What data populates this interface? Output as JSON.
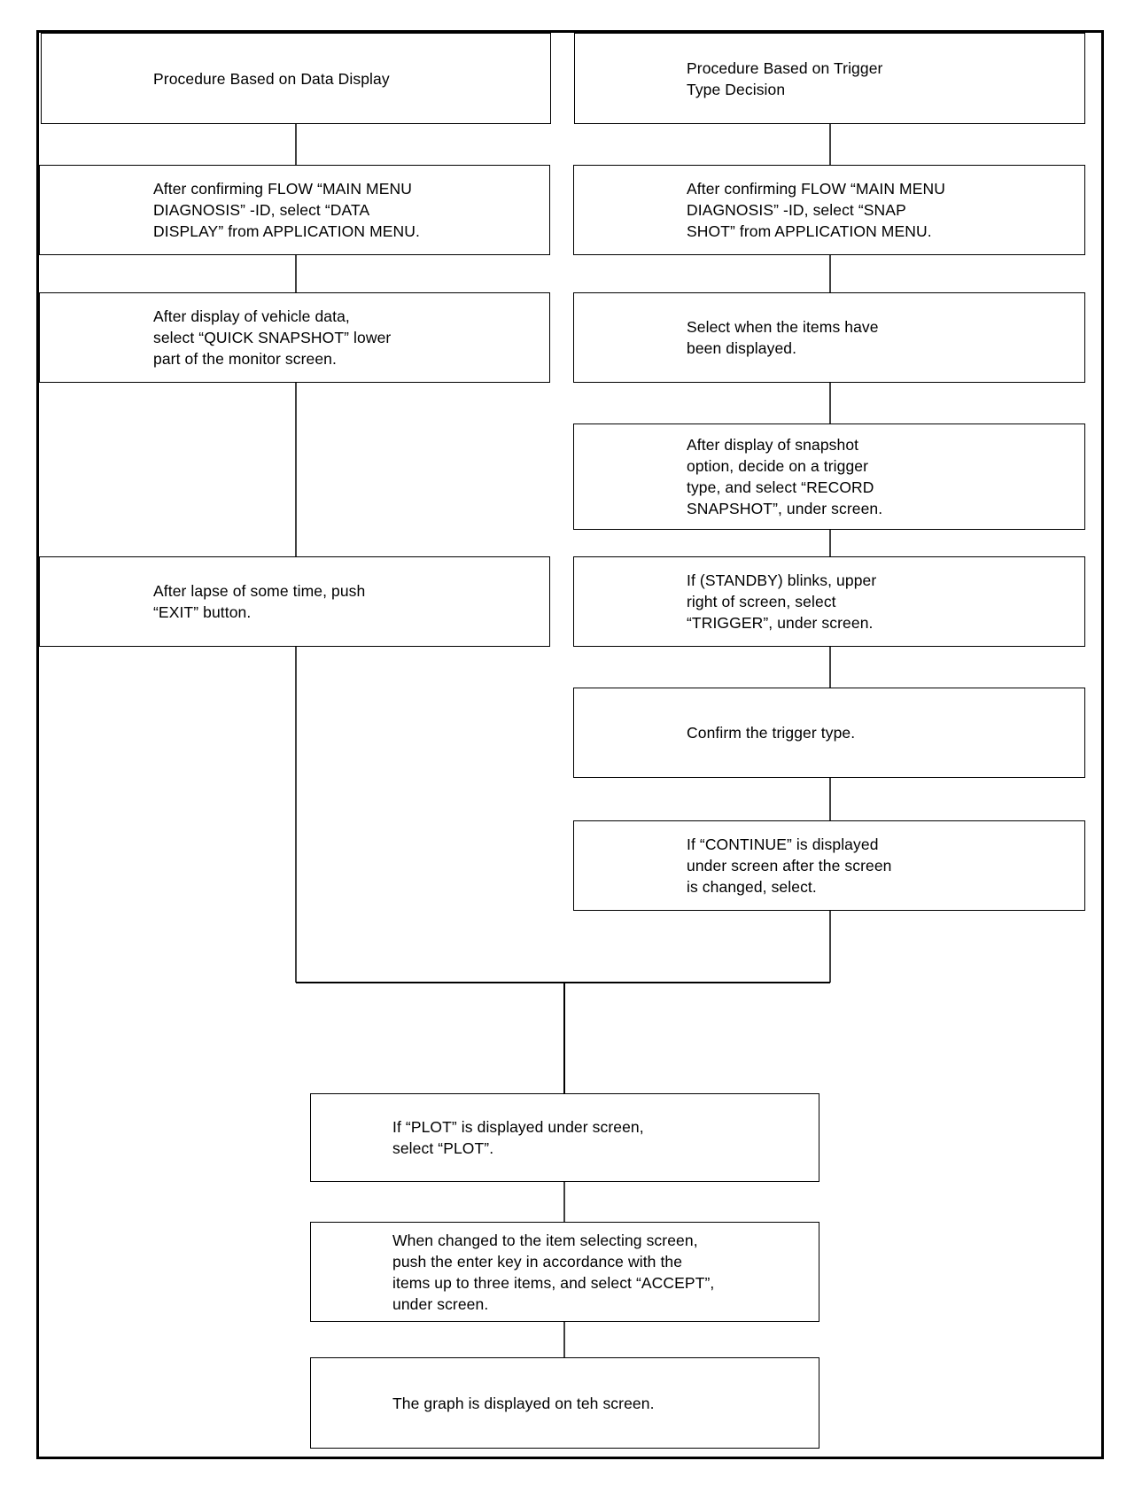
{
  "diagram": {
    "left_column": {
      "header": "Procedure Based on Data Display",
      "step_1": "After confirming FLOW “MAIN MENU\nDIAGNOSIS” -ID, select “DATA\nDISPLAY” from APPLICATION MENU.",
      "step_2": "After display of vehicle data,\nselect “QUICK SNAPSHOT” lower\npart of the monitor screen.",
      "step_3": "After lapse of some time, push\n“EXIT” button."
    },
    "right_column": {
      "header": "Procedure Based on Trigger\nType Decision",
      "step_1": "After confirming FLOW “MAIN MENU\nDIAGNOSIS” -ID, select “SNAP\nSHOT” from APPLICATION MENU.",
      "step_2": "Select when the items have\nbeen displayed.",
      "step_3": "After display of snapshot\noption, decide on a trigger\ntype, and select “RECORD\nSNAPSHOT”, under screen.",
      "step_4": "If (STANDBY) blinks, upper\nright of screen, select\n“TRIGGER”, under screen.",
      "step_5": "Confirm the trigger type.",
      "step_6": "If “CONTINUE” is displayed\nunder screen after the screen\nis changed, select."
    },
    "merged": {
      "step_1": "If “PLOT” is displayed under screen,\nselect “PLOT”.",
      "step_2": "When changed to the item selecting screen,\npush the enter key in accordance with the\nitems up to three items, and select “ACCEPT”,\nunder screen.",
      "step_3": "The graph is displayed on teh screen."
    }
  }
}
